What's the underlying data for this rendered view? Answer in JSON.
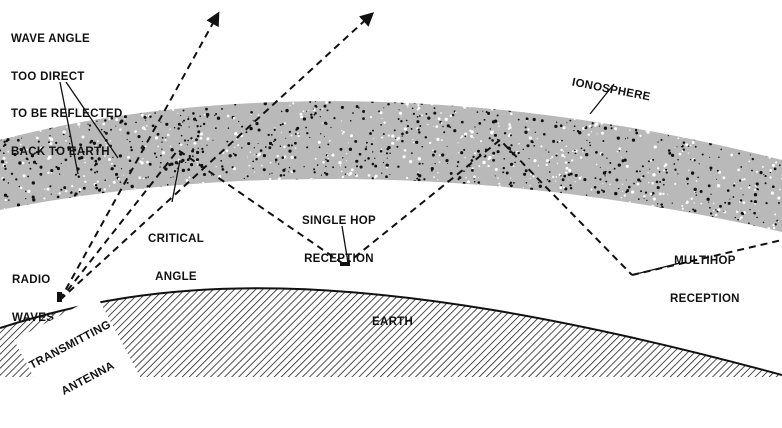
{
  "labels": {
    "wave_angle": [
      "WAVE ANGLE",
      "TOO DIRECT",
      "TO BE REFLECTED",
      "BACK TO EARTH"
    ],
    "ionosphere": "IONOSPHERE",
    "single_hop": [
      "SINGLE HOP",
      "RECEPTION"
    ],
    "critical_angle": [
      "CRITICAL",
      "ANGLE"
    ],
    "radio_waves": [
      "RADIO",
      "WAVES"
    ],
    "multihop": [
      "MULTIHOP",
      "RECEPTION"
    ],
    "earth": "EARTH",
    "antenna": [
      "TRANSMITTING",
      "ANTENNA"
    ]
  },
  "colors": {
    "ink": "#111111",
    "paper": "#ffffff"
  }
}
